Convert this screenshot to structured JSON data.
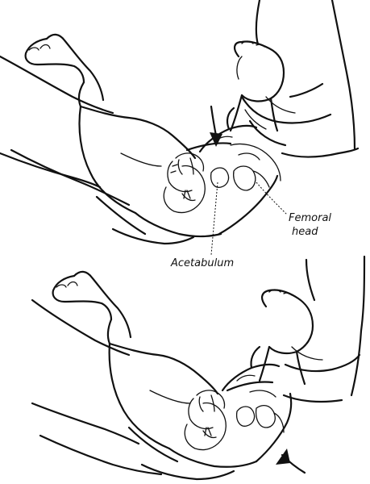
{
  "labels": {
    "femoral_head_line1": "Femoral",
    "femoral_head_line2": "head",
    "acetabulum": "Acetabulum"
  },
  "colors": {
    "ink": "#111111",
    "background": "#ffffff"
  },
  "icons": {
    "push_down_arrow": "curved-arrow-down-icon",
    "push_up_arrow": "curved-arrow-up-icon"
  }
}
